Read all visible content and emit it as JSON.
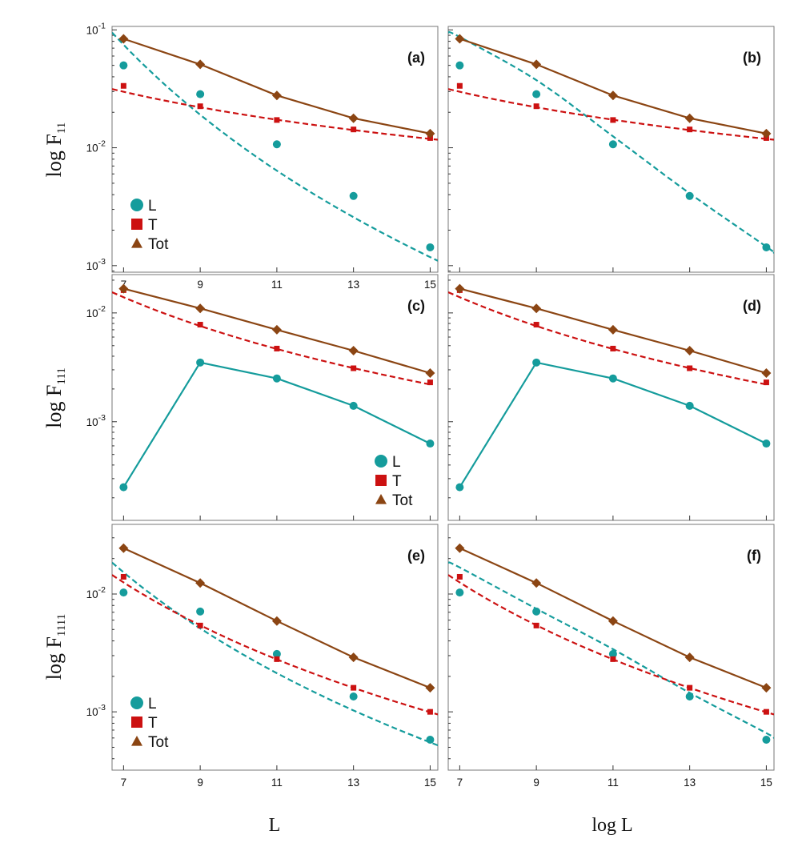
{
  "colors": {
    "L": "#159c9c",
    "T": "#cc1111",
    "Tot": "#8b4513",
    "frame": "#777777"
  },
  "figure": {
    "x_label_left": "L",
    "x_label_right": "log L",
    "y_labels": [
      {
        "base": "log F",
        "sub": "11"
      },
      {
        "base": "log F",
        "sub": "111"
      },
      {
        "base": "log F",
        "sub": "1111"
      }
    ]
  },
  "legend": {
    "labels": [
      "L",
      "T",
      "Tot"
    ],
    "markers": [
      "circle",
      "square",
      "triangle"
    ]
  },
  "chart_data": [
    {
      "panel": "(a)",
      "type": "line",
      "scale": "log-y",
      "x": [
        7,
        9,
        11,
        13,
        15
      ],
      "xlim": [
        6.7,
        15.2
      ],
      "ylim": [
        0.00088,
        0.107
      ],
      "xticks": [
        "7",
        "9",
        "11",
        "13",
        "15"
      ],
      "yticks": [
        {
          "base": "10",
          "exp": "-1",
          "value": 0.1
        },
        {
          "base": "10",
          "exp": "-2",
          "value": 0.01
        },
        {
          "base": "10",
          "exp": "-3",
          "value": 0.001
        }
      ],
      "series": [
        {
          "name": "L",
          "values": [
            0.05,
            0.0285,
            0.0107,
            0.0039,
            0.00143
          ],
          "line": "none",
          "fit": {
            "kind": "power",
            "points": [
              [
                6.7,
                0.095
              ],
              [
                15.2,
                0.0011
              ]
            ]
          }
        },
        {
          "name": "T",
          "values": [
            0.0335,
            0.0225,
            0.0172,
            0.0143,
            0.0121
          ],
          "line": "none",
          "fit": {
            "kind": "power",
            "points": [
              [
                6.7,
                0.0315
              ],
              [
                15.2,
                0.0117
              ]
            ]
          }
        },
        {
          "name": "Tot",
          "values": [
            0.084,
            0.051,
            0.0278,
            0.0178,
            0.0132
          ],
          "line": "solid"
        }
      ],
      "legend": "bottom-left"
    },
    {
      "panel": "(b)",
      "type": "line",
      "scale": "log-y",
      "x": [
        7,
        9,
        11,
        13,
        15
      ],
      "xlim": [
        6.7,
        15.2
      ],
      "ylim": [
        0.00088,
        0.107
      ],
      "xticks": [],
      "yticks": [
        {
          "value": 0.1
        },
        {
          "value": 0.01
        },
        {
          "value": 0.001
        }
      ],
      "series": [
        {
          "name": "L",
          "values": [
            0.05,
            0.0285,
            0.0107,
            0.0039,
            0.00143
          ],
          "line": "none",
          "fit": {
            "kind": "curve",
            "points": [
              [
                6.7,
                0.095
              ],
              [
                7,
                0.087
              ],
              [
                9,
                0.0375
              ],
              [
                11,
                0.0125
              ],
              [
                13,
                0.0041
              ],
              [
                15,
                0.00145
              ],
              [
                15.2,
                0.00128
              ]
            ]
          }
        },
        {
          "name": "T",
          "values": [
            0.0335,
            0.0225,
            0.0172,
            0.0143,
            0.0121
          ],
          "line": "none",
          "fit": {
            "kind": "power",
            "points": [
              [
                6.7,
                0.0315
              ],
              [
                15.2,
                0.0117
              ]
            ]
          }
        },
        {
          "name": "Tot",
          "values": [
            0.084,
            0.051,
            0.0278,
            0.0178,
            0.0132
          ],
          "line": "solid"
        }
      ],
      "legend": "none"
    },
    {
      "panel": "(c)",
      "type": "line",
      "scale": "log-y",
      "x": [
        7,
        9,
        11,
        13,
        15
      ],
      "xlim": [
        6.7,
        15.2
      ],
      "ylim": [
        0.000124,
        0.0225
      ],
      "xticks": [],
      "yticks": [
        {
          "base": "10",
          "exp": "-2",
          "value": 0.01
        },
        {
          "base": "10",
          "exp": "-3",
          "value": 0.001
        }
      ],
      "series": [
        {
          "name": "L",
          "values": [
            0.00025,
            0.0035,
            0.0025,
            0.0014,
            0.00063
          ],
          "line": "solid"
        },
        {
          "name": "T",
          "values": [
            0.0162,
            0.0078,
            0.0047,
            0.0031,
            0.0023
          ],
          "line": "none",
          "fit": {
            "kind": "power",
            "points": [
              [
                6.7,
                0.0155
              ],
              [
                15,
                0.0022
              ]
            ]
          }
        },
        {
          "name": "Tot",
          "values": [
            0.0167,
            0.011,
            0.007,
            0.0045,
            0.0028
          ],
          "line": "solid"
        }
      ],
      "legend": "bottom-right"
    },
    {
      "panel": "(d)",
      "type": "line",
      "scale": "log-y",
      "x": [
        7,
        9,
        11,
        13,
        15
      ],
      "xlim": [
        6.7,
        15.2
      ],
      "ylim": [
        0.000124,
        0.0225
      ],
      "xticks": [],
      "yticks": [
        {
          "value": 0.01
        },
        {
          "value": 0.001
        }
      ],
      "series": [
        {
          "name": "L",
          "values": [
            0.00025,
            0.0035,
            0.0025,
            0.0014,
            0.00063
          ],
          "line": "solid"
        },
        {
          "name": "T",
          "values": [
            0.0162,
            0.0078,
            0.0047,
            0.0031,
            0.0023
          ],
          "line": "none",
          "fit": {
            "kind": "power",
            "points": [
              [
                6.7,
                0.0155
              ],
              [
                15,
                0.0022
              ]
            ]
          }
        },
        {
          "name": "Tot",
          "values": [
            0.0167,
            0.011,
            0.007,
            0.0045,
            0.0028
          ],
          "line": "solid"
        }
      ],
      "legend": "none"
    },
    {
      "panel": "(e)",
      "type": "line",
      "scale": "log-y",
      "x": [
        7,
        9,
        11,
        13,
        15
      ],
      "xlim": [
        6.7,
        15.2
      ],
      "ylim": [
        0.00032,
        0.039
      ],
      "xticks": [
        "7",
        "9",
        "11",
        "13",
        "15"
      ],
      "yticks": [
        {
          "base": "10",
          "exp": "-2",
          "value": 0.01
        },
        {
          "base": "10",
          "exp": "-3",
          "value": 0.001
        }
      ],
      "series": [
        {
          "name": "L",
          "values": [
            0.0103,
            0.0071,
            0.0031,
            0.00135,
            0.00058
          ],
          "line": "none",
          "fit": {
            "kind": "power",
            "points": [
              [
                6.7,
                0.0185
              ],
              [
                15.2,
                0.00052
              ]
            ]
          }
        },
        {
          "name": "T",
          "values": [
            0.014,
            0.0054,
            0.0028,
            0.0016,
            0.001
          ],
          "line": "none",
          "fit": {
            "kind": "power",
            "points": [
              [
                6.7,
                0.0145
              ],
              [
                15.2,
                0.00095
              ]
            ]
          }
        },
        {
          "name": "Tot",
          "values": [
            0.0245,
            0.0124,
            0.0059,
            0.0029,
            0.0016
          ],
          "line": "solid"
        }
      ],
      "legend": "bottom-left"
    },
    {
      "panel": "(f)",
      "type": "line",
      "scale": "log-y",
      "x": [
        7,
        9,
        11,
        13,
        15
      ],
      "xlim": [
        6.7,
        15.2
      ],
      "ylim": [
        0.00032,
        0.039
      ],
      "xticks": [
        "7",
        "9",
        "11",
        "13",
        "15"
      ],
      "yticks": [
        {
          "value": 0.01
        },
        {
          "value": 0.001
        }
      ],
      "series": [
        {
          "name": "L",
          "values": [
            0.0103,
            0.0071,
            0.0031,
            0.00135,
            0.00058
          ],
          "line": "none",
          "fit": {
            "kind": "curve",
            "points": [
              [
                6.7,
                0.0185
              ],
              [
                7,
                0.0168
              ],
              [
                9,
                0.0075
              ],
              [
                11,
                0.0034
              ],
              [
                13,
                0.00145
              ],
              [
                15,
                0.00066
              ],
              [
                15.2,
                0.0006
              ]
            ]
          }
        },
        {
          "name": "T",
          "values": [
            0.014,
            0.0054,
            0.0028,
            0.0016,
            0.001
          ],
          "line": "none",
          "fit": {
            "kind": "power",
            "points": [
              [
                6.7,
                0.0145
              ],
              [
                15.2,
                0.00095
              ]
            ]
          }
        },
        {
          "name": "Tot",
          "values": [
            0.0245,
            0.0124,
            0.0059,
            0.0029,
            0.0016
          ],
          "line": "solid"
        }
      ],
      "legend": "none"
    }
  ]
}
